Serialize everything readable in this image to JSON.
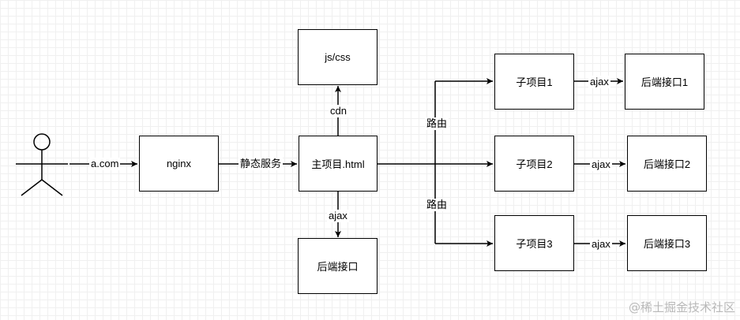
{
  "nodes": {
    "nginx": "nginx",
    "main": "主项目.html",
    "jscss": "js/css",
    "backend": "后端接口",
    "sub1": "子项目1",
    "sub2": "子项目2",
    "sub3": "子项目3",
    "api1": "后端接口1",
    "api2": "后端接口2",
    "api3": "后端接口3"
  },
  "edges": {
    "user_to_nginx": "a.com",
    "nginx_to_main": "静态服务",
    "main_to_jscss": "cdn",
    "main_to_backend": "ajax",
    "route_upper": "路由",
    "route_lower": "路由",
    "sub1_to_api1": "ajax",
    "sub2_to_api2": "ajax",
    "sub3_to_api3": "ajax"
  },
  "watermark": "@稀土掘金技术社区"
}
